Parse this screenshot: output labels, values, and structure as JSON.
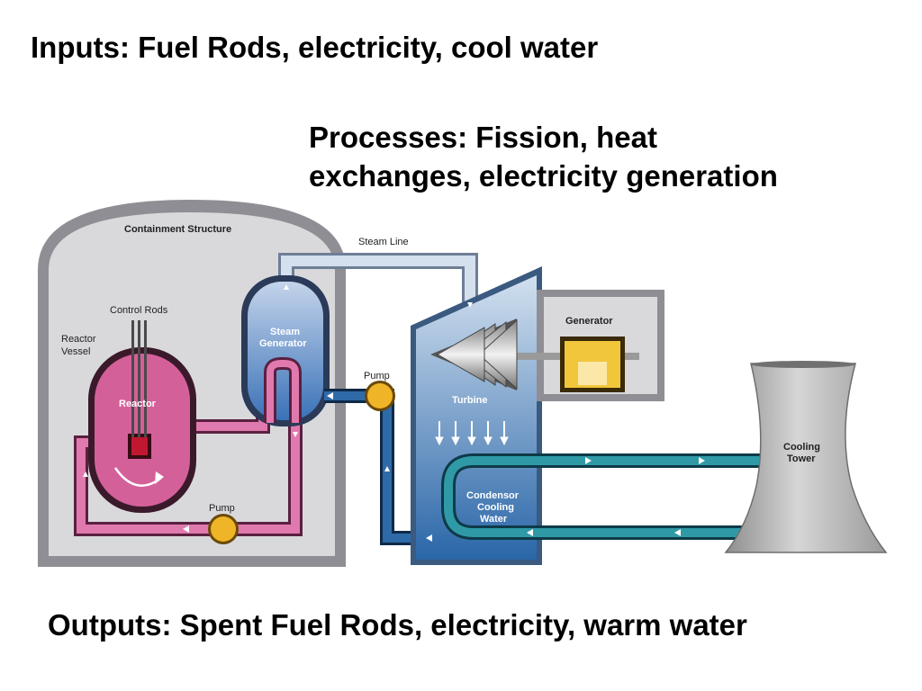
{
  "headings": {
    "inputs": "Inputs: Fuel Rods, electricity, cool water",
    "processes_line1": "Processes: Fission, heat",
    "processes_line2": "exchanges, electricity generation",
    "outputs": "Outputs: Spent Fuel Rods, electricity, warm water"
  },
  "labels": {
    "containment": "Containment Structure",
    "steam_line": "Steam Line",
    "control_rods": "Control Rods",
    "reactor_vessel_1": "Reactor",
    "reactor_vessel_2": "Vessel",
    "reactor": "Reactor",
    "steam_generator_1": "Steam",
    "steam_generator_2": "Generator",
    "pump_top": "Pump",
    "pump_bottom": "Pump",
    "generator": "Generator",
    "turbine": "Turbine",
    "condenser_1": "Condensor",
    "condenser_2": "Cooling",
    "condenser_3": "Water",
    "cooling_tower_1": "Cooling",
    "cooling_tower_2": "Tower"
  },
  "colors": {
    "containment": "#d9d9dc",
    "reactor": "#d4609a",
    "steam_pipe": "#b8c8dc",
    "water_pipe": "#2f6aa8",
    "cooling_pipe": "#2f9aa6",
    "pump": "#f0b428",
    "generator": "#f2c63a"
  }
}
